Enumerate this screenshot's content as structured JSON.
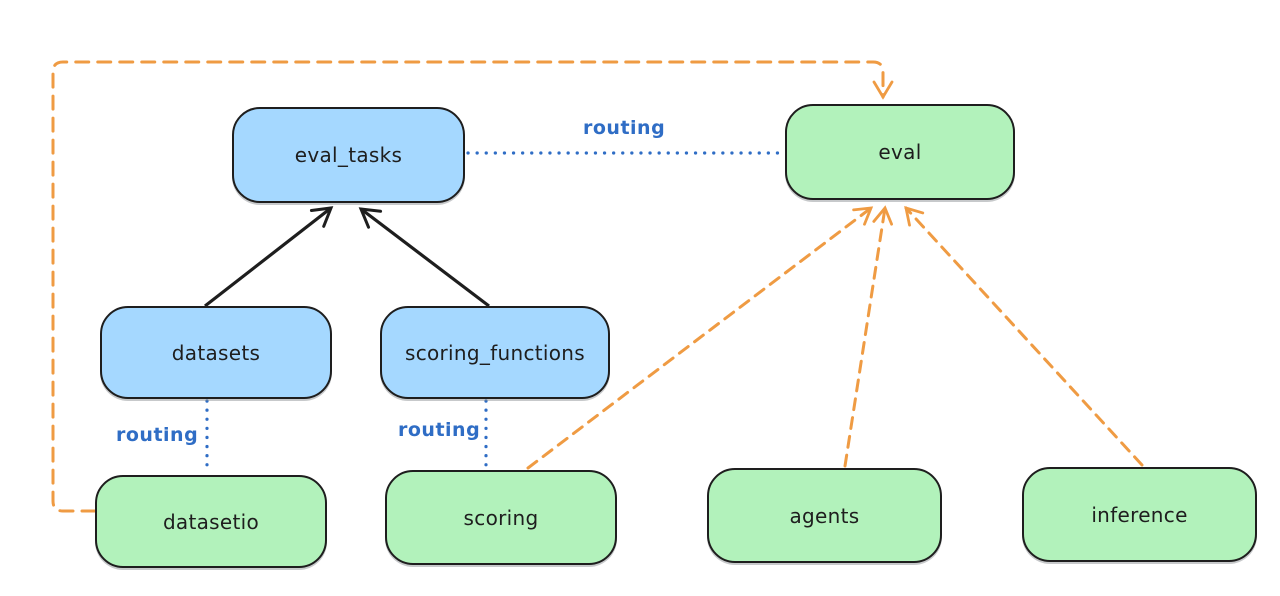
{
  "diagram": {
    "nodes": {
      "eval_tasks": {
        "label": "eval_tasks",
        "fill": "blue"
      },
      "eval": {
        "label": "eval",
        "fill": "green"
      },
      "datasets": {
        "label": "datasets",
        "fill": "blue"
      },
      "scoring_functions": {
        "label": "scoring_functions",
        "fill": "blue"
      },
      "datasetio": {
        "label": "datasetio",
        "fill": "green"
      },
      "scoring": {
        "label": "scoring",
        "fill": "green"
      },
      "agents": {
        "label": "agents",
        "fill": "green"
      },
      "inference": {
        "label": "inference",
        "fill": "green"
      }
    },
    "edges": [
      {
        "from": "datasets",
        "to": "eval_tasks",
        "style": "solid_black_arrow",
        "label": ""
      },
      {
        "from": "scoring_functions",
        "to": "eval_tasks",
        "style": "solid_black_arrow",
        "label": ""
      },
      {
        "from": "eval_tasks",
        "to": "eval",
        "style": "dotted_blue",
        "label": "routing"
      },
      {
        "from": "datasets",
        "to": "datasetio",
        "style": "dotted_blue",
        "label": "routing"
      },
      {
        "from": "scoring_functions",
        "to": "scoring",
        "style": "dotted_blue",
        "label": "routing"
      },
      {
        "from": "datasetio",
        "to": "eval",
        "style": "dashed_orange_arrow",
        "label": ""
      },
      {
        "from": "scoring",
        "to": "eval",
        "style": "dashed_orange_arrow",
        "label": ""
      },
      {
        "from": "agents",
        "to": "eval",
        "style": "dashed_orange_arrow",
        "label": ""
      },
      {
        "from": "inference",
        "to": "eval",
        "style": "dashed_orange_arrow",
        "label": ""
      }
    ],
    "colors": {
      "node_blue_fill": "#a5d8ff",
      "node_green_fill": "#b2f2bb",
      "node_stroke": "#1e1e1e",
      "routing_blue": "#2f6dc5",
      "provider_orange": "#ef9b43",
      "arrow_black": "#1e1e1e",
      "canvas_bg": "#ffffff"
    }
  }
}
